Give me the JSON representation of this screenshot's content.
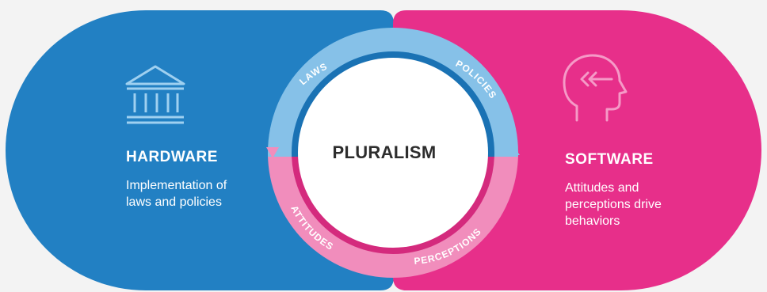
{
  "left_panel": {
    "title": "HARDWARE",
    "description": "Implementation of laws and policies",
    "icon": "government-building-icon",
    "color": "#2280c3"
  },
  "right_panel": {
    "title": "SOFTWARE",
    "description": "Attitudes and perceptions drive behaviors",
    "icon": "head-mind-icon",
    "color": "#e72f8a"
  },
  "center": {
    "title": "PLURALISM"
  },
  "ring": {
    "top_color": "#7fbde6",
    "bottom_color": "#f08ab9",
    "labels": {
      "laws": "LAWS",
      "policies": "POLICIES",
      "attitudes": "ATTITUDES",
      "perceptions": "PERCEPTIONS"
    }
  }
}
